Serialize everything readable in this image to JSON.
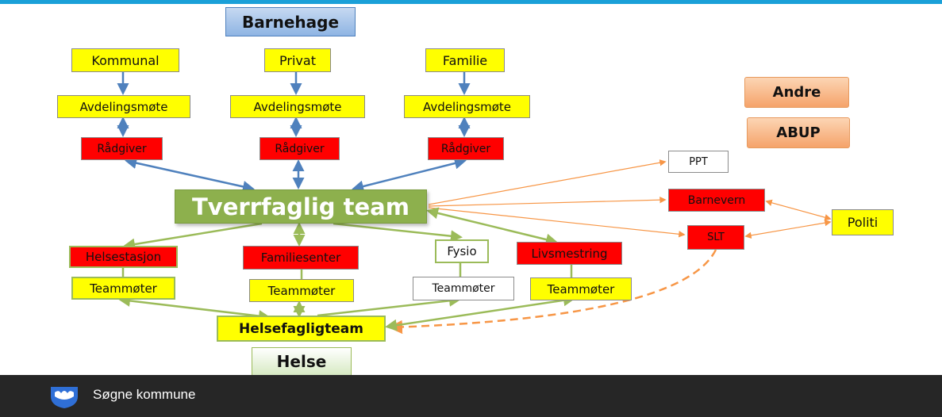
{
  "nodes": {
    "barnehage": "Barnehage",
    "kommunal": "Kommunal",
    "privat": "Privat",
    "familie": "Familie",
    "avdelingsmote": "Avdelingsmøte",
    "radgiver": "Rådgiver",
    "tverrfaglig_team": "Tverrfaglig team",
    "andre": "Andre",
    "abup": "ABUP",
    "ppt": "PPT",
    "barnevern": "Barnevern",
    "slt": "SLT",
    "politi": "Politi",
    "helsestasjon": "Helsestasjon",
    "familiesenter": "Familiesenter",
    "fysio": "Fysio",
    "livsmestring": "Livsmestring",
    "teammoter": "Teammøter",
    "helsefagligteam": "Helsefagligteam",
    "helse": "Helse"
  },
  "footer": {
    "organization": "Søgne kommune"
  },
  "colors": {
    "top_bar": "#1aa0d8",
    "blue_arrows": "#4f81bd",
    "green_arrows": "#9bbb59",
    "orange_arrows": "#f79646",
    "footer_bg": "#262626",
    "logo": "#2f6fd6"
  },
  "icons": {
    "logo": "sogne-coat-of-arms-icon"
  }
}
